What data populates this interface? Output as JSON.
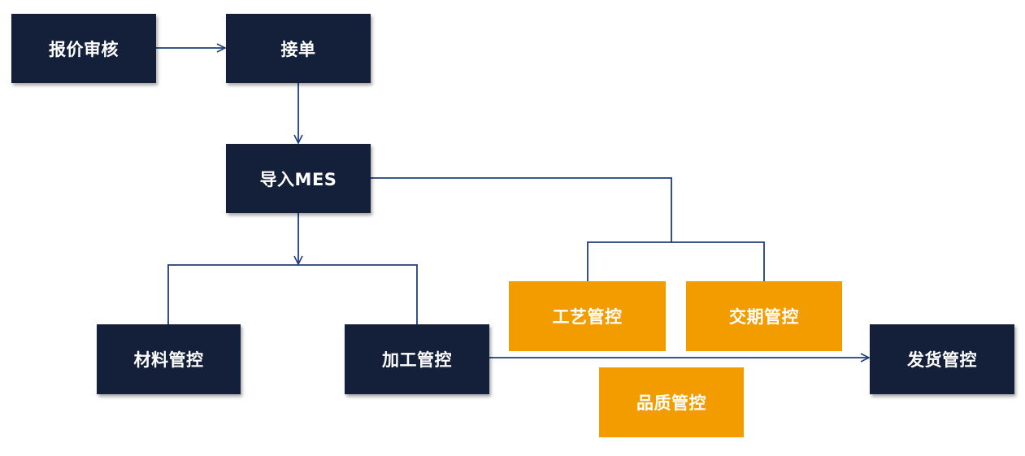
{
  "diagram": {
    "nodes": {
      "quote_review": {
        "label": "报价审核",
        "style": "dark"
      },
      "accept_order": {
        "label": "接单",
        "style": "dark"
      },
      "import_mes": {
        "label": "导入MES",
        "style": "dark"
      },
      "material_control": {
        "label": "材料管控",
        "style": "dark"
      },
      "processing_control": {
        "label": "加工管控",
        "style": "dark"
      },
      "craft_control": {
        "label": "工艺管控",
        "style": "accent"
      },
      "delivery_date_control": {
        "label": "交期管控",
        "style": "accent"
      },
      "quality_control": {
        "label": "品质管控",
        "style": "accent"
      },
      "shipping_control": {
        "label": "发货管控",
        "style": "dark"
      }
    },
    "edges": [
      {
        "from": "报价审核",
        "to": "接单"
      },
      {
        "from": "接单",
        "to": "导入MES"
      },
      {
        "from": "导入MES",
        "to": "材料管控"
      },
      {
        "from": "导入MES",
        "to": "加工管控"
      },
      {
        "from": "导入MES",
        "to": "工艺管控"
      },
      {
        "from": "导入MES",
        "to": "交期管控"
      },
      {
        "from": "加工管控",
        "to": "发货管控"
      }
    ],
    "colors": {
      "dark_box": "#14203a",
      "accent_box": "#f29c00",
      "connector": "#1f3f7a",
      "box_text": "#ffffff"
    }
  }
}
